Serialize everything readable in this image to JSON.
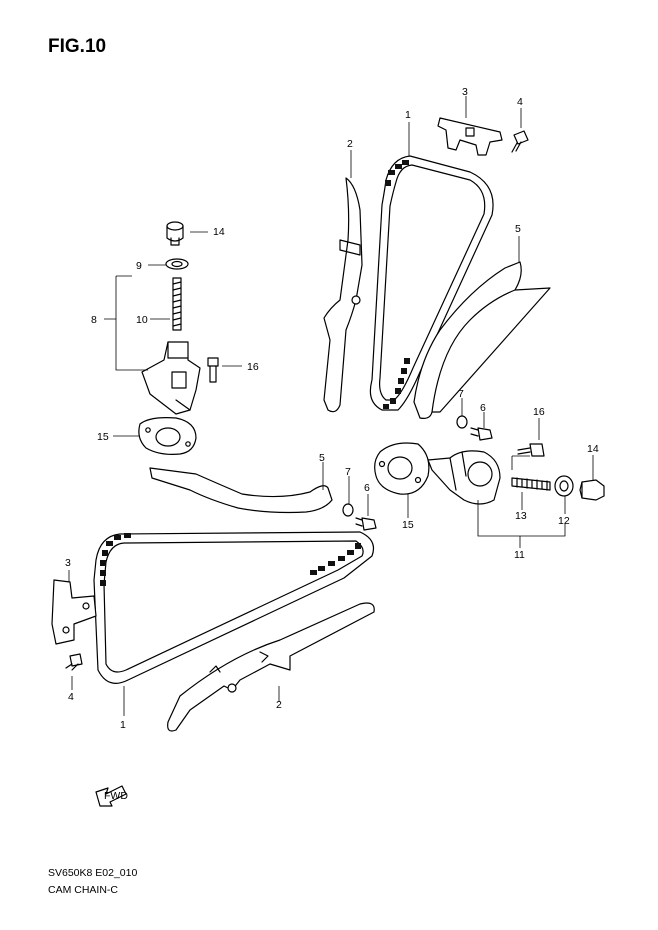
{
  "figure": {
    "title": "FIG.10",
    "model_code": "SV650K8 E02_010",
    "group_name": "CAM CHAIN-C",
    "fwd_label": "FWD"
  },
  "callouts": [
    {
      "id": "c1a",
      "text": "1"
    },
    {
      "id": "c1b",
      "text": "1"
    },
    {
      "id": "c2a",
      "text": "2"
    },
    {
      "id": "c2b",
      "text": "2"
    },
    {
      "id": "c3a",
      "text": "3"
    },
    {
      "id": "c3b",
      "text": "3"
    },
    {
      "id": "c4a",
      "text": "4"
    },
    {
      "id": "c4b",
      "text": "4"
    },
    {
      "id": "c5a",
      "text": "5"
    },
    {
      "id": "c5b",
      "text": "5"
    },
    {
      "id": "c6a",
      "text": "6"
    },
    {
      "id": "c6b",
      "text": "6"
    },
    {
      "id": "c7a",
      "text": "7"
    },
    {
      "id": "c7b",
      "text": "7"
    },
    {
      "id": "c8",
      "text": "8"
    },
    {
      "id": "c9",
      "text": "9"
    },
    {
      "id": "c10",
      "text": "10"
    },
    {
      "id": "c11",
      "text": "11"
    },
    {
      "id": "c12",
      "text": "12"
    },
    {
      "id": "c13",
      "text": "13"
    },
    {
      "id": "c14a",
      "text": "14"
    },
    {
      "id": "c14b",
      "text": "14"
    },
    {
      "id": "c15a",
      "text": "15"
    },
    {
      "id": "c15b",
      "text": "15"
    },
    {
      "id": "c16a",
      "text": "16"
    },
    {
      "id": "c16b",
      "text": "16"
    }
  ]
}
